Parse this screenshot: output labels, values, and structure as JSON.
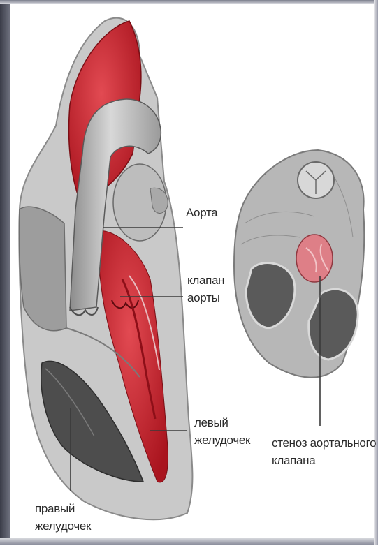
{
  "labels": {
    "aorta": "Аорта",
    "aortic_valve": [
      "клапан",
      "аорты"
    ],
    "left_ventricle": [
      "левый",
      "желудочек"
    ],
    "stenosis": [
      "стеноз аортального",
      "клапана"
    ],
    "right_ventricle": [
      "правый",
      "желудочек"
    ]
  },
  "colors": {
    "frame_dark": "#3b3d49",
    "frame_light": "#8b8e9c",
    "tissue_grey": "#b9b9b9",
    "aorta_red": "#c8222c",
    "label_text": "#2a2a2a"
  }
}
